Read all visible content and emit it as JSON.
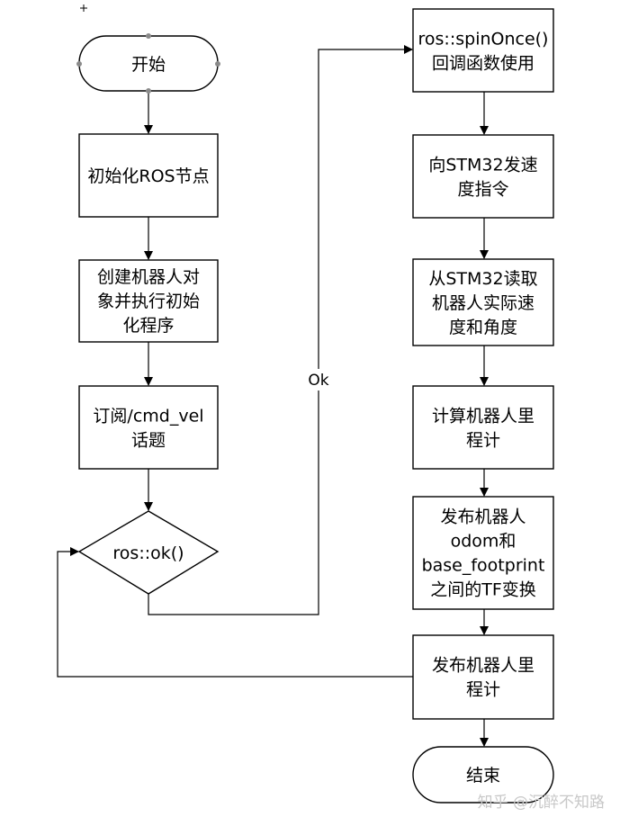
{
  "flowchart": {
    "nodes": {
      "start": {
        "lines": [
          "开始"
        ]
      },
      "init_ros": {
        "lines": [
          "初始化ROS节点"
        ]
      },
      "create_robot": {
        "lines": [
          "创建机器人对",
          "象并执行初始",
          "化程序"
        ]
      },
      "subscribe": {
        "lines": [
          "订阅/cmd_vel",
          "话题"
        ]
      },
      "ros_ok": {
        "lines": [
          "ros::ok()"
        ]
      },
      "spin_once": {
        "lines": [
          "ros::spinOnce()",
          "回调函数使用"
        ]
      },
      "send_cmd": {
        "lines": [
          "向STM32发速",
          "度指令"
        ]
      },
      "read_stm": {
        "lines": [
          "从STM32读取",
          "机器人实际速",
          "度和角度"
        ]
      },
      "compute_odom": {
        "lines": [
          "计算机器人里",
          "程计"
        ]
      },
      "publish_tf": {
        "lines": [
          "发布机器人",
          "odom和",
          "base_footprint",
          "之间的TF变换"
        ]
      },
      "publish_odom": {
        "lines": [
          "发布机器人里",
          "程计"
        ]
      },
      "end": {
        "lines": [
          "结束"
        ]
      }
    },
    "edge_labels": {
      "ok": "Ok"
    }
  },
  "watermark": "知乎 @沉醉不知路"
}
